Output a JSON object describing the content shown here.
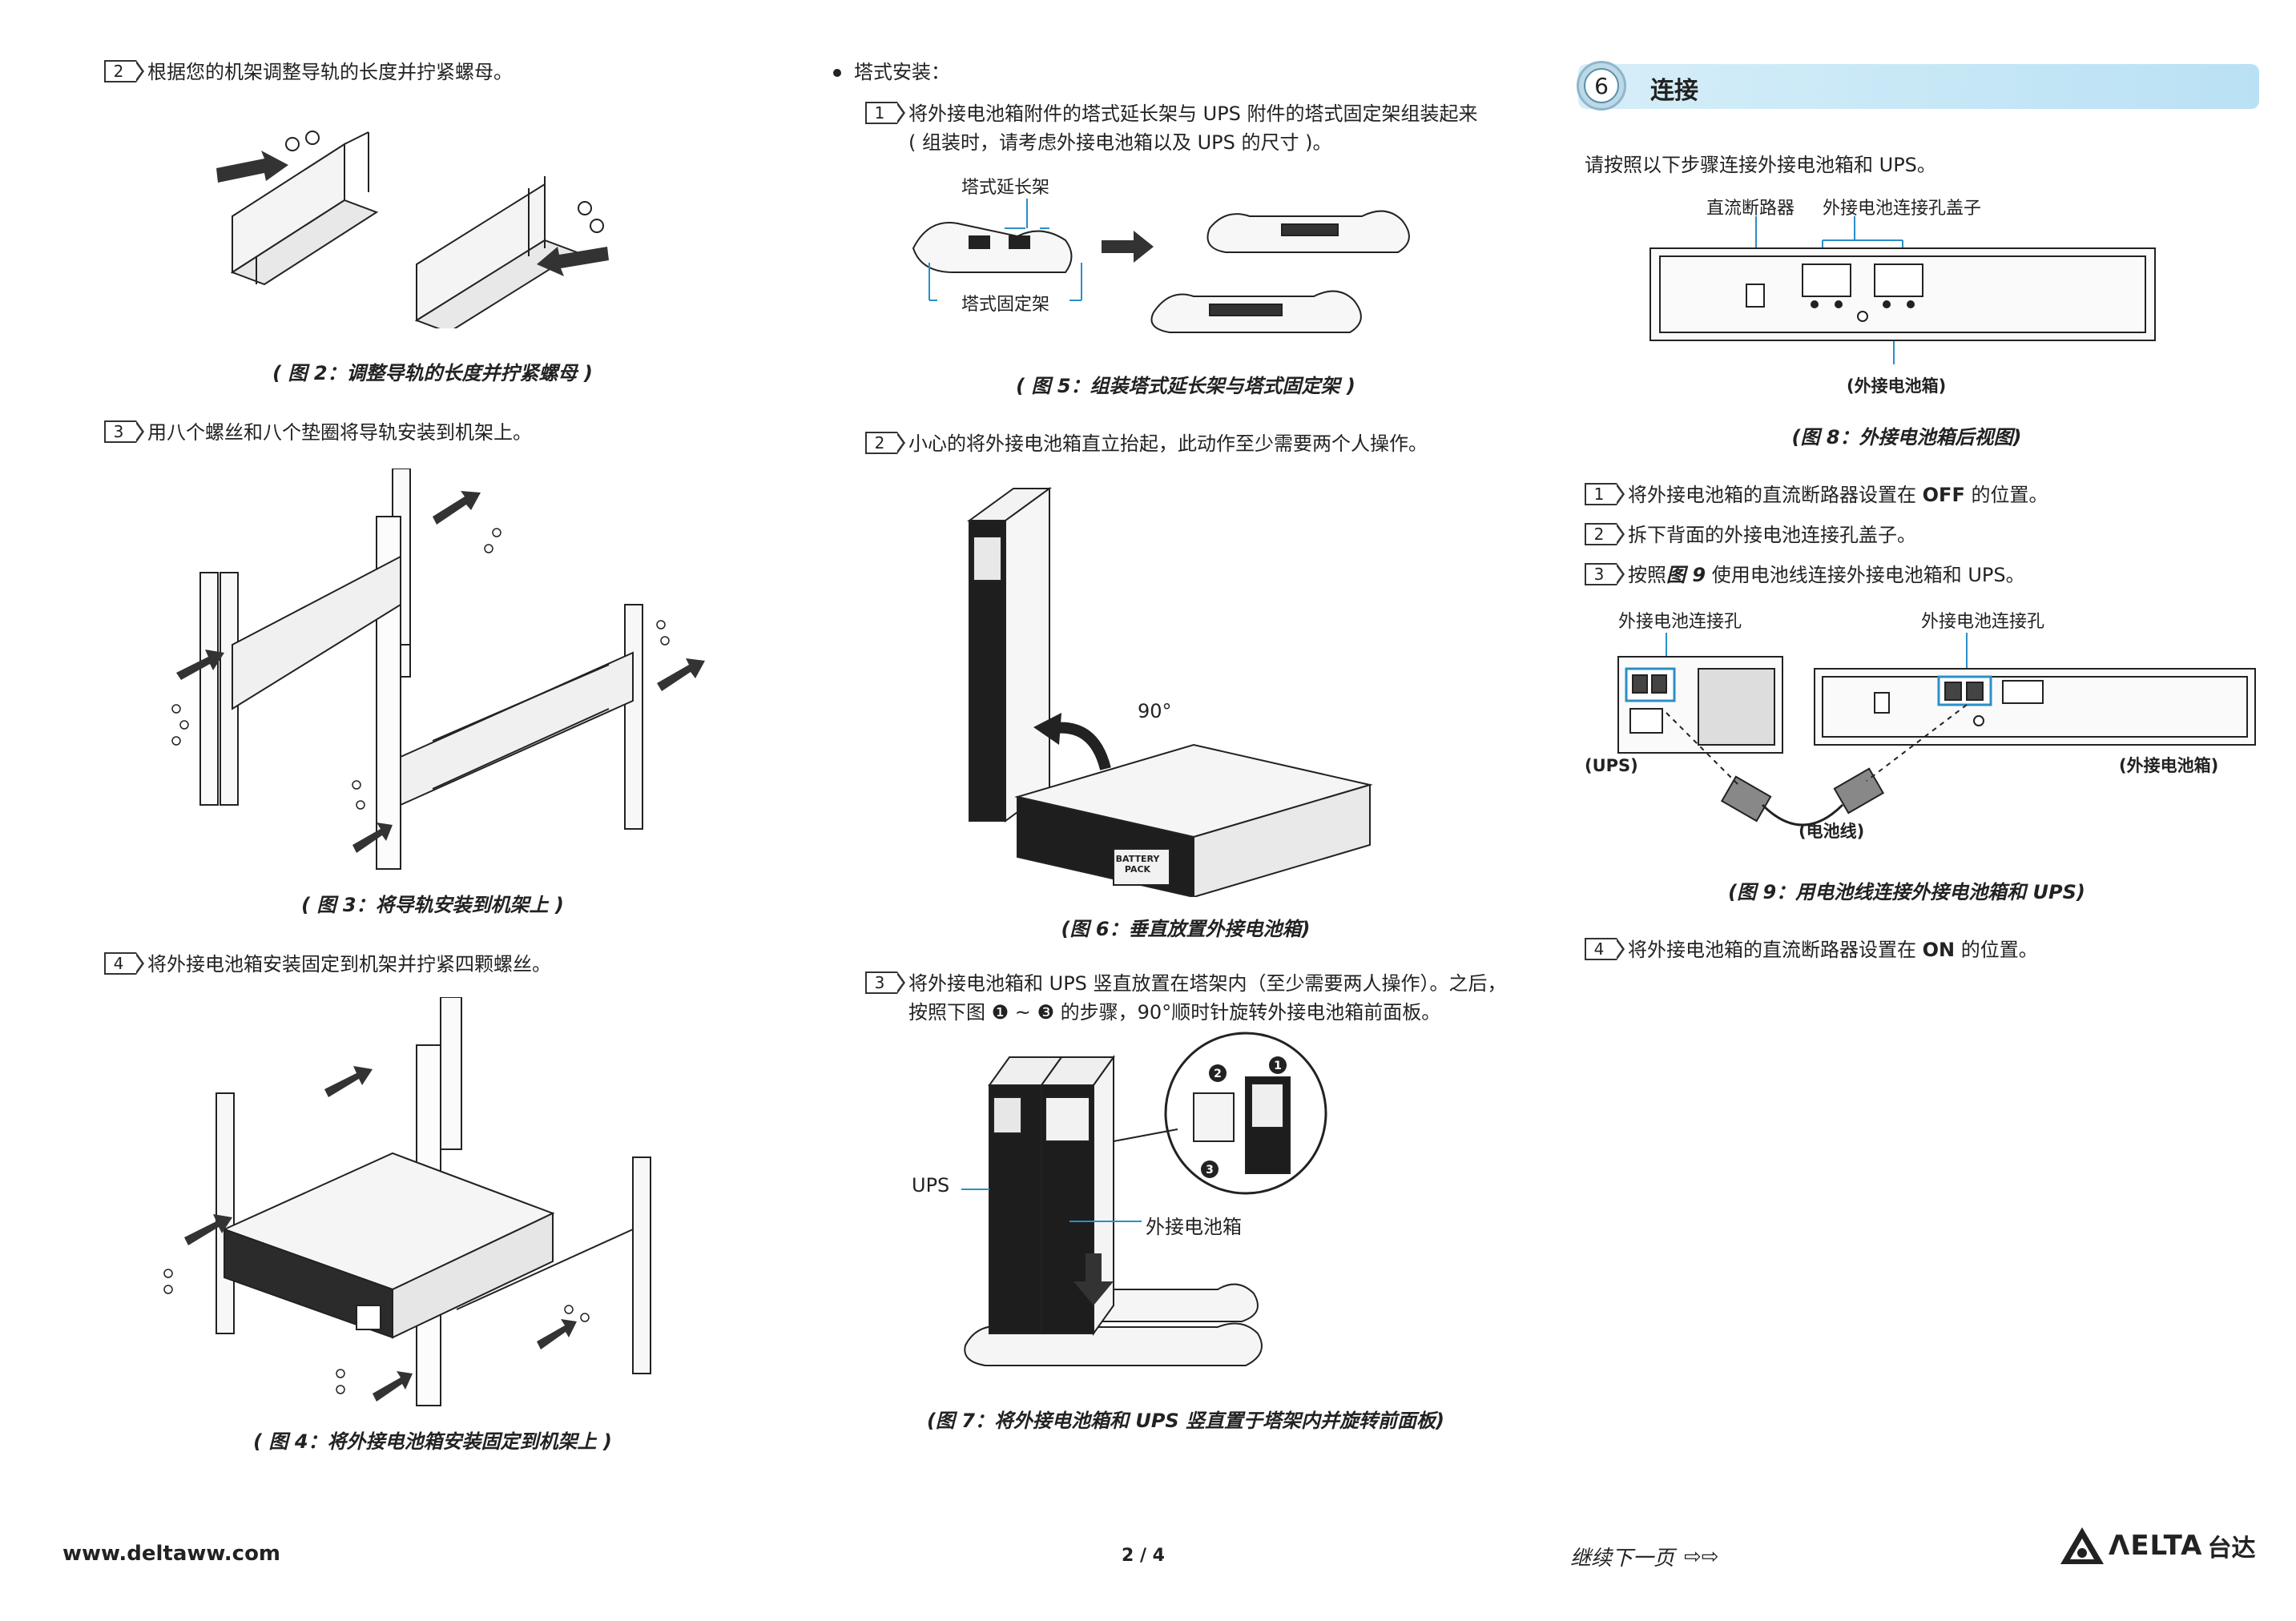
{
  "column1": {
    "step2_num": "2",
    "step2_text": "根据您的机架调整导轨的长度并拧紧螺母。",
    "fig2_caption": "( 图 2：调整导轨的长度并拧紧螺母 )",
    "step3_num": "3",
    "step3_text": "用八个螺丝和八个垫圈将导轨安装到机架上。",
    "fig3_caption": "( 图 3：将导轨安装到机架上 )",
    "step4_num": "4",
    "step4_text": "将外接电池箱安装固定到机架并拧紧四颗螺丝。",
    "fig4_caption": "( 图 4：将外接电池箱安装固定到机架上 )"
  },
  "column2": {
    "bullet_text": "塔式安装：",
    "step1_num": "1",
    "step1_line1": "将外接电池箱附件的塔式延长架与 UPS 附件的塔式固定架组装起来",
    "step1_line2": "( 组装时，请考虑外接电池箱以及 UPS 的尺寸 )。",
    "fig5_label_ext": "塔式延长架",
    "fig5_label_fix": "塔式固定架",
    "fig5_caption": "( 图 5：组装塔式延长架与塔式固定架 )",
    "step2_num": "2",
    "step2_text": "小心的将外接电池箱直立抬起，此动作至少需要两个人操作。",
    "fig6_angle": "90°",
    "fig6_pack_label": "BATTERY PACK",
    "fig6_caption": "(图 6：垂直放置外接电池箱)",
    "step3_num": "3",
    "step3_line1": "将外接电池箱和 UPS 竖直放置在塔架内（至少需要两人操作）。之后，",
    "step3_line2": "按照下图 ❶ ~ ❸ 的步骤，90°顺时针旋转外接电池箱前面板。",
    "fig7_ups": "UPS",
    "fig7_batt": "外接电池箱",
    "fig7_caption": "(图 7：将外接电池箱和 UPS 竖直置于塔架内并旋转前面板)"
  },
  "column3": {
    "section_num": "6",
    "section_title": "连接",
    "intro": "请按照以下步骤连接外接电池箱和 UPS。",
    "fig8_label_breaker": "直流断路器",
    "fig8_label_cover": "外接电池连接孔盖子",
    "fig8_label_box": "(外接电池箱)",
    "fig8_caption": "(图 8：外接电池箱后视图)",
    "step1_num": "1",
    "step1_pre": "将外接电池箱的直流断路器设置在 ",
    "step1_bold": "OFF",
    "step1_post": " 的位置。",
    "step2_num": "2",
    "step2_text": "拆下背面的外接电池连接孔盖子。",
    "step3_num": "3",
    "step3_pre": "按照",
    "step3_bold": "图 9",
    "step3_post": " 使用电池线连接外接电池箱和 UPS。",
    "fig9_port_left": "外接电池连接孔",
    "fig9_port_right": "外接电池连接孔",
    "fig9_ups": "(UPS)",
    "fig9_box": "(外接电池箱)",
    "fig9_cable": "(电池线)",
    "fig9_caption": "(图 9：用电池线连接外接电池箱和 UPS)",
    "step4_num": "4",
    "step4_pre": "将外接电池箱的直流断路器设置在 ",
    "step4_bold": "ON",
    "step4_post": " 的位置。"
  },
  "footer": {
    "website": "www.deltaww.com",
    "page": "2 / 4",
    "continue": "继续下一页",
    "brand_en": "ΛELTA",
    "brand_cn": "台达"
  },
  "colors": {
    "section_band": "#c4e6f6",
    "text": "#222222",
    "highlight": "#2a8fc9"
  }
}
